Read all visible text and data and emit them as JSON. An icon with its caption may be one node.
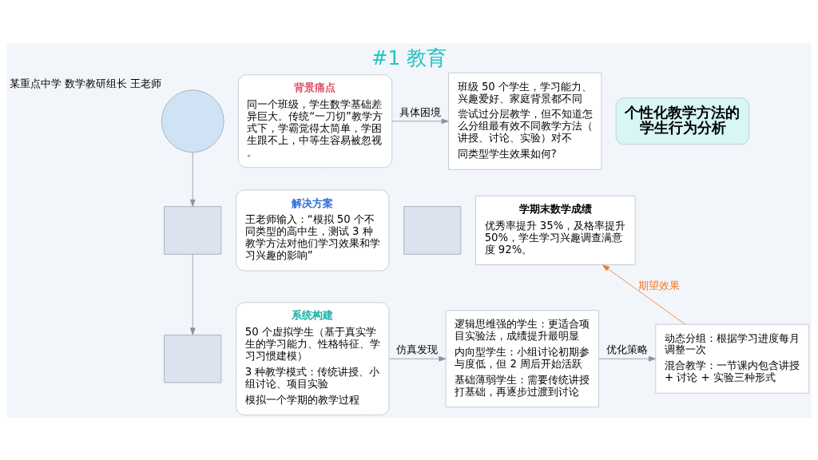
{
  "diagram": {
    "title": "#1 教育",
    "nodes": [
      {
        "text": [],
        "shape": "person",
        "beside": [
          "某重点中学 数学教研组长 王老师"
        ]
      },
      {
        "text": [
          "背景痛点",
          "同一个班级，学生数学基础差异巨大。传统“一刀切”教学方式下，学霸觉得太简单，学困生跟不上，中等生容易被忽视。"
        ]
      },
      {
        "text": [
          "班级 50 个学生，学习能力、兴趣爱好、家庭背景都不同",
          "尝试过分层教学，但不知道怎么分组最有效不同教学方法（讲授、讨论、实验）对不",
          "同类型学生效果如何?"
        ]
      },
      {
        "text": [
          "个性化教学方法的学生行为分析"
        ]
      },
      {
        "text": [],
        "shape": "box"
      },
      {
        "text": [
          "解决方案",
          "王老师输入：“模拟 50 个不同类型的高中生，测试 3 种教学方法对他们学习效果和学习兴趣的影响”"
        ]
      },
      {
        "text": [],
        "shape": "box"
      },
      {
        "text": [
          "学期末数学成绩",
          "优秀率提升 35%，及格率提升 50%，学生学习兴趣调查满意度 92%。"
        ]
      },
      {
        "text": [],
        "shape": "box"
      },
      {
        "text": [
          "系统构建",
          "50 个虚拟学生（基于真实学生的学习能力、性格特征、学习习惯建模）",
          "3 种教学模式：传统讲授、小组讨论、项目实验",
          "模拟一个学期的教学过程"
        ]
      },
      {
        "text": [
          "逻辑思维强的学生：更适合项目实验法，成绩提升最明显",
          "内向型学生：小组讨论初期参与度低，但 2 周后开始活跃",
          "基础薄弱学生：需要传统讲授打基础，再逐步过渡到讨论"
        ]
      },
      {
        "text": [
          "动态分组：根据学习进度每月调整一次",
          "混合教学：一节课内包含讲授 + 讨论 + 实验三种形式"
        ]
      }
    ],
    "edges": [
      {
        "from": 1,
        "to": 2,
        "arrow": "to",
        "label": "具体困境"
      },
      {
        "from": 0,
        "to": 4,
        "arrow": "to"
      },
      {
        "from": 4,
        "to": 8,
        "arrow": "to"
      },
      {
        "from": 9,
        "to": 10,
        "arrow": "to",
        "label": "仿真发现"
      },
      {
        "from": 10,
        "to": 11,
        "arrow": "to",
        "label": "优化策略"
      },
      {
        "from": 11,
        "to": 7,
        "arrow": "to",
        "label": "期望效果",
        "color": "#f07a2a"
      }
    ]
  }
}
